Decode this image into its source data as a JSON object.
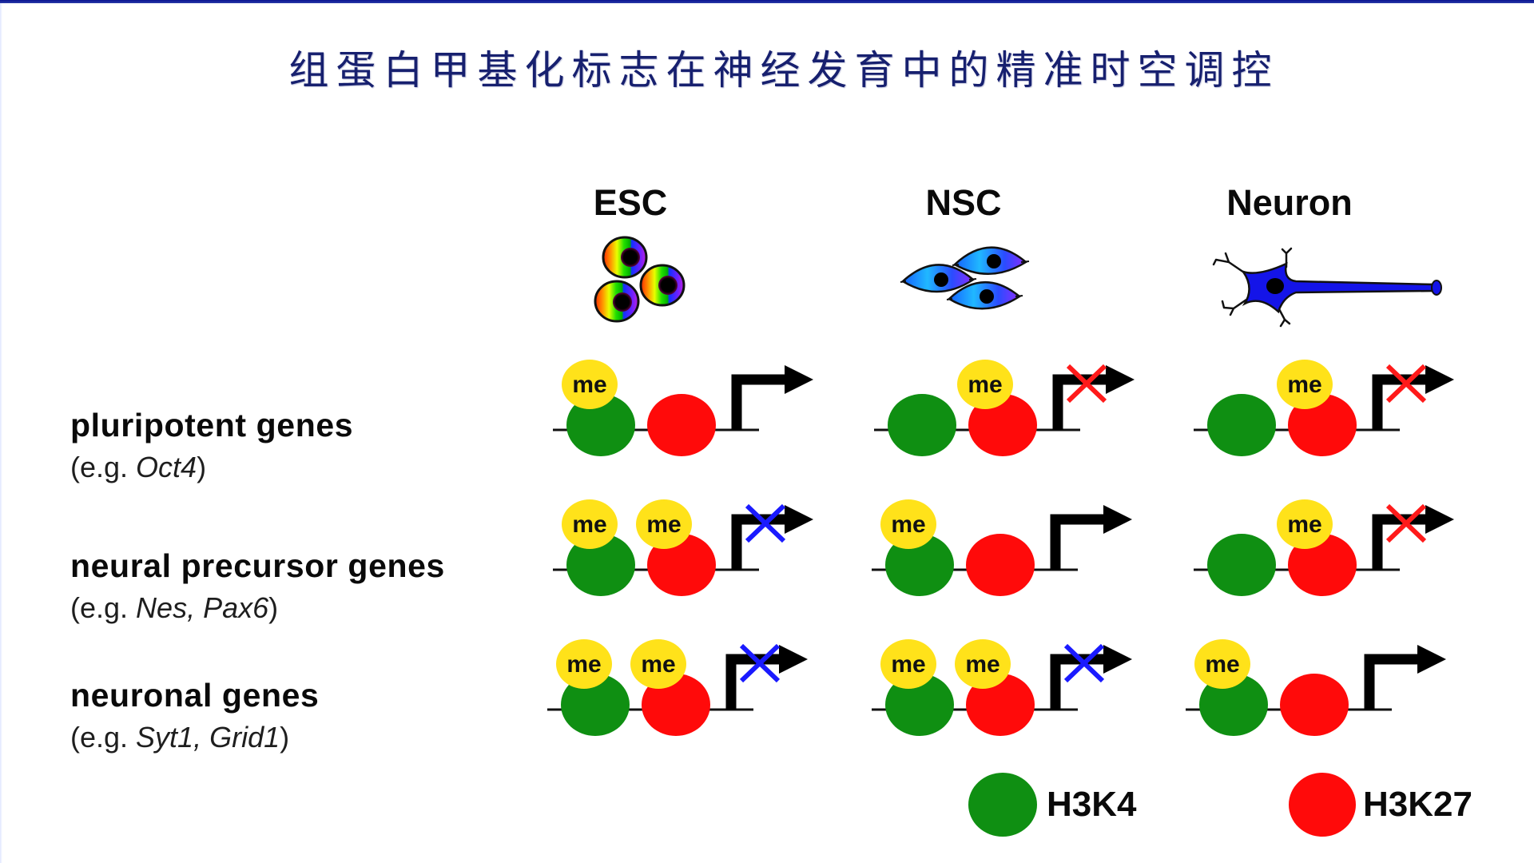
{
  "slide": {
    "title": "组蛋白甲基化标志在神经发育中的精准时空调控",
    "accent_color": "#0a1490"
  },
  "columns": [
    {
      "key": "esc",
      "label": "ESC",
      "cell_icon": "embryonic-stem-cell-cluster-icon"
    },
    {
      "key": "nsc",
      "label": "NSC",
      "cell_icon": "neural-stem-cell-cluster-icon"
    },
    {
      "key": "neuron",
      "label": "Neuron",
      "cell_icon": "neuron-icon"
    }
  ],
  "rows": [
    {
      "key": "pluripotent",
      "gene_class": "pluripotent genes",
      "example_prefix": "(e.g. ",
      "example_genes": "Oct4",
      "example_suffix": ")",
      "cells": [
        {
          "column": "ESC",
          "h3k4_me": true,
          "h3k27_me": false,
          "transcription": "active",
          "block_color": null
        },
        {
          "column": "NSC",
          "h3k4_me": false,
          "h3k27_me": true,
          "transcription": "repressed",
          "block_color": "#ff1a1a"
        },
        {
          "column": "Neuron",
          "h3k4_me": false,
          "h3k27_me": true,
          "transcription": "repressed",
          "block_color": "#ff1a1a"
        }
      ]
    },
    {
      "key": "neural-precursor",
      "gene_class": "neural precursor genes",
      "example_prefix": "(e.g. ",
      "example_genes": "Nes, Pax6",
      "example_suffix": ")",
      "cells": [
        {
          "column": "ESC",
          "h3k4_me": true,
          "h3k27_me": true,
          "transcription": "poised",
          "block_color": "#1a1aff"
        },
        {
          "column": "NSC",
          "h3k4_me": true,
          "h3k27_me": false,
          "transcription": "active",
          "block_color": null
        },
        {
          "column": "Neuron",
          "h3k4_me": false,
          "h3k27_me": true,
          "transcription": "repressed",
          "block_color": "#ff1a1a"
        }
      ]
    },
    {
      "key": "neuronal",
      "gene_class": "neuronal genes",
      "example_prefix": "(e.g. ",
      "example_genes": "Syt1, Grid1",
      "example_suffix": ")",
      "cells": [
        {
          "column": "ESC",
          "h3k4_me": true,
          "h3k27_me": true,
          "transcription": "poised",
          "block_color": "#1a1aff"
        },
        {
          "column": "NSC",
          "h3k4_me": true,
          "h3k27_me": true,
          "transcription": "poised",
          "block_color": "#1a1aff"
        },
        {
          "column": "Neuron",
          "h3k4_me": true,
          "h3k27_me": false,
          "transcription": "active",
          "block_color": null
        }
      ]
    }
  ],
  "methyl_label": "me",
  "legend": [
    {
      "label": "H3K4",
      "color": "#0f8f12"
    },
    {
      "label": "H3K27",
      "color": "#ff0a0a"
    }
  ],
  "colors": {
    "h3k4": "#0f8f12",
    "h3k27": "#ff0a0a",
    "methyl": "#ffe21a",
    "repressed_mark": "#ff1a1a",
    "poised_mark": "#1a1aff"
  }
}
